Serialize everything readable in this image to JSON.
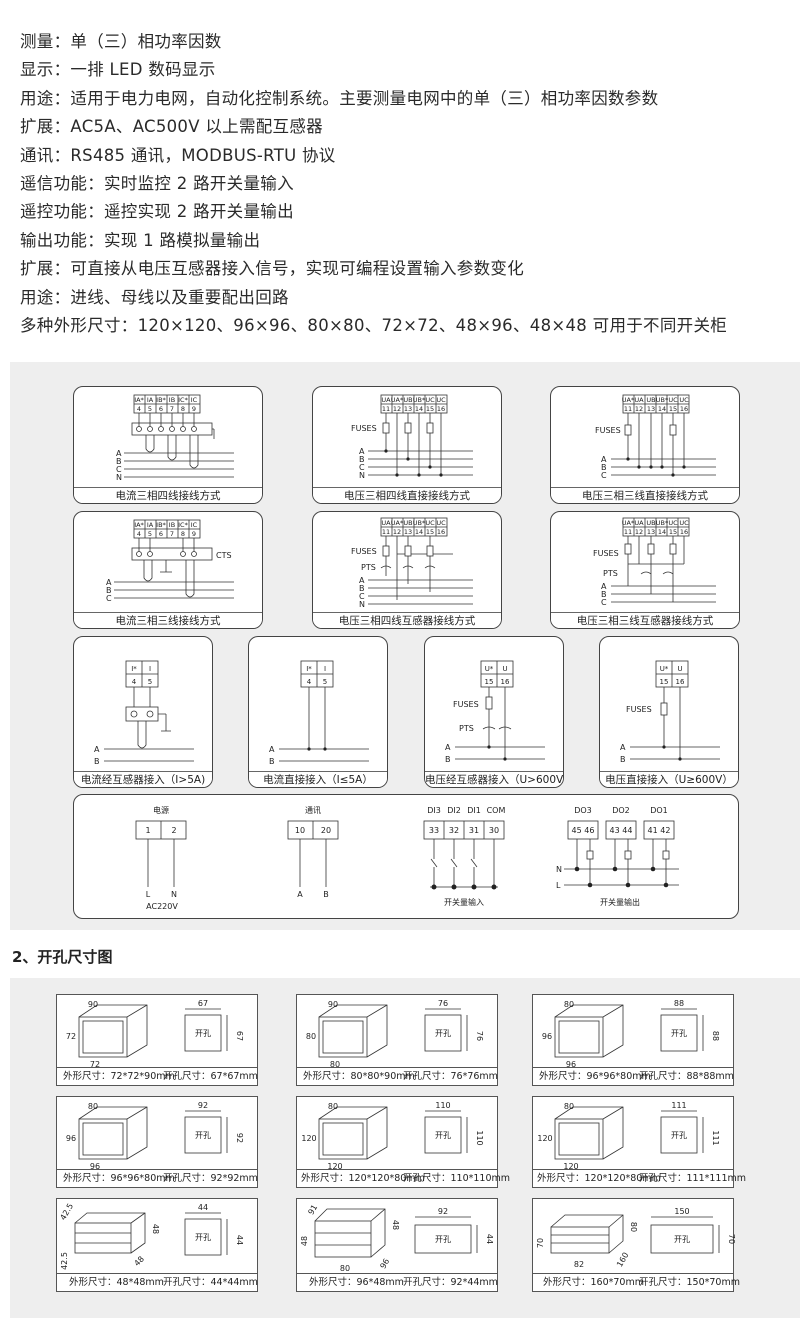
{
  "spec_lines": [
    "测量：单（三）相功率因数",
    "显示：一排 LED 数码显示",
    "用途：适用于电力电网，自动化控制系统。主要测量电网中的单（三）相功率因数参数",
    "扩展：AC5A、AC500V 以上需配互感器",
    "通讯：RS485 通讯，MODBUS-RTU 协议",
    "遥信功能：实时监控 2 路开关量输入",
    "遥控功能：遥控实现 2 路开关量输出",
    "输出功能：实现 1 路模拟量输出",
    "扩展：可直接从电压互感器接入信号，实现可编程设置输入参数变化",
    "用途：进线、母线以及重要配出回路",
    "多种外形尺寸：120×120、96×96、80×80、72×72、48×96、48×48 可用于不同开关柜"
  ],
  "wiring": {
    "captions": [
      "电流三相四线接线方式",
      "电压三相四线直接接线方式",
      "电压三相三线直接接线方式",
      "电流三相三线接线方式",
      "电压三相四线互感器接线方式",
      "电压三相三线互感器接线方式",
      "电流经互感器接入（I>5A)",
      "电流直接接入（I≤5A）",
      "电压经互感器接入（U>600V）",
      "电压直接接入（U≥600V）"
    ],
    "labels": {
      "fuses": "FUSES",
      "pts": "PTS",
      "cts": "CTS",
      "phase_a": "A",
      "phase_b": "B",
      "phase_c": "C",
      "phase_n": "N",
      "n": "N",
      "l": "L"
    },
    "current_4w_terms": {
      "names": [
        "IA*",
        "IA",
        "IB*",
        "IB",
        "IC*",
        "IC"
      ],
      "nums": [
        "4",
        "5",
        "6",
        "7",
        "8",
        "9"
      ]
    },
    "current_3w_terms": {
      "names": [
        "IA*",
        "IA",
        "IB*",
        "IB",
        "IC*",
        "IC"
      ],
      "nums": [
        "4",
        "5",
        "6",
        "7",
        "8",
        "9"
      ]
    },
    "voltage_terms": {
      "names": [
        "UA",
        "UA*",
        "UB",
        "UB*",
        "UC",
        "UC"
      ],
      "nums": [
        "11",
        "12",
        "13",
        "14",
        "15",
        "16"
      ]
    },
    "voltage_terms_b": {
      "names": [
        "UA*",
        "UA",
        "UB",
        "UB*",
        "UC",
        "UC"
      ],
      "nums": [
        "11",
        "12",
        "13",
        "14",
        "15",
        "16"
      ]
    },
    "single_current_terms": {
      "names": [
        "I*",
        "I"
      ],
      "nums": [
        "4",
        "5"
      ]
    },
    "single_voltage_terms": {
      "names": [
        "U*",
        "U"
      ],
      "nums": [
        "15",
        "16"
      ]
    },
    "bottom": {
      "power_title": "电源",
      "power_nums": [
        "1",
        "2"
      ],
      "power_l": "L",
      "power_n": "N",
      "power_note": "AC220V",
      "comm_title": "通讯",
      "comm_nums": [
        "10",
        "20"
      ],
      "comm_a": "A",
      "comm_b": "B",
      "di_titles": [
        "DI3",
        "DI2",
        "DI1",
        "COM"
      ],
      "di_nums": [
        "33",
        "32",
        "31",
        "30"
      ],
      "di_caption": "开关量输入",
      "do_titles": [
        "DO3",
        "DO2",
        "DO1"
      ],
      "do_nums": [
        "45 46",
        "43 44",
        "41 42"
      ],
      "do_caption": "开关量输出"
    }
  },
  "cutout_title": "2、开孔尺寸图",
  "cutouts": [
    {
      "a": "90",
      "b": "72",
      "c": "72",
      "hw": "67",
      "hh": "67",
      "hole": "开孔",
      "outer": "外形尺寸：72*72*90mm",
      "inner": "开孔尺寸：67*67mm"
    },
    {
      "a": "90",
      "b": "80",
      "c": "80",
      "hw": "76",
      "hh": "76",
      "hole": "开孔",
      "outer": "外形尺寸：80*80*90mm",
      "inner": "开孔尺寸：76*76mm"
    },
    {
      "a": "80",
      "b": "96",
      "c": "96",
      "hw": "88",
      "hh": "88",
      "hole": "开孔",
      "outer": "外形尺寸：96*96*80mm",
      "inner": "开孔尺寸：88*88mm"
    },
    {
      "a": "80",
      "b": "96",
      "c": "96",
      "hw": "92",
      "hh": "92",
      "hole": "开孔",
      "outer": "外形尺寸：96*96*80mm",
      "inner": "开孔尺寸：92*92mm"
    },
    {
      "a": "80",
      "b": "120",
      "c": "120",
      "hw": "110",
      "hh": "110",
      "hole": "开孔",
      "outer": "外形尺寸：120*120*80mm",
      "inner": "开孔尺寸：110*110mm"
    },
    {
      "a": "80",
      "b": "120",
      "c": "120",
      "hw": "111",
      "hh": "111",
      "hole": "开孔",
      "outer": "外形尺寸：120*120*80mm",
      "inner": "开孔尺寸：111*111mm"
    },
    {
      "a": "42.5",
      "b": "42.5",
      "c": "48",
      "d": "48",
      "hw": "44",
      "hh": "44",
      "hole": "开孔",
      "outer": "外形尺寸：48*48mm",
      "inner": "开孔尺寸：44*44mm"
    },
    {
      "a": "91",
      "b": "48",
      "c": "80",
      "d": "48",
      "e": "96",
      "hw": "92",
      "hh": "44",
      "hole": "开孔",
      "outer": "外形尺寸：96*48mm",
      "inner": "开孔尺寸：92*44mm"
    },
    {
      "a": "70",
      "b": "82",
      "c": "80",
      "d": "160",
      "hw": "150",
      "hh": "70",
      "hole": "开孔",
      "outer": "外形尺寸：160*70mm",
      "inner": "开孔尺寸：150*70mm"
    }
  ]
}
